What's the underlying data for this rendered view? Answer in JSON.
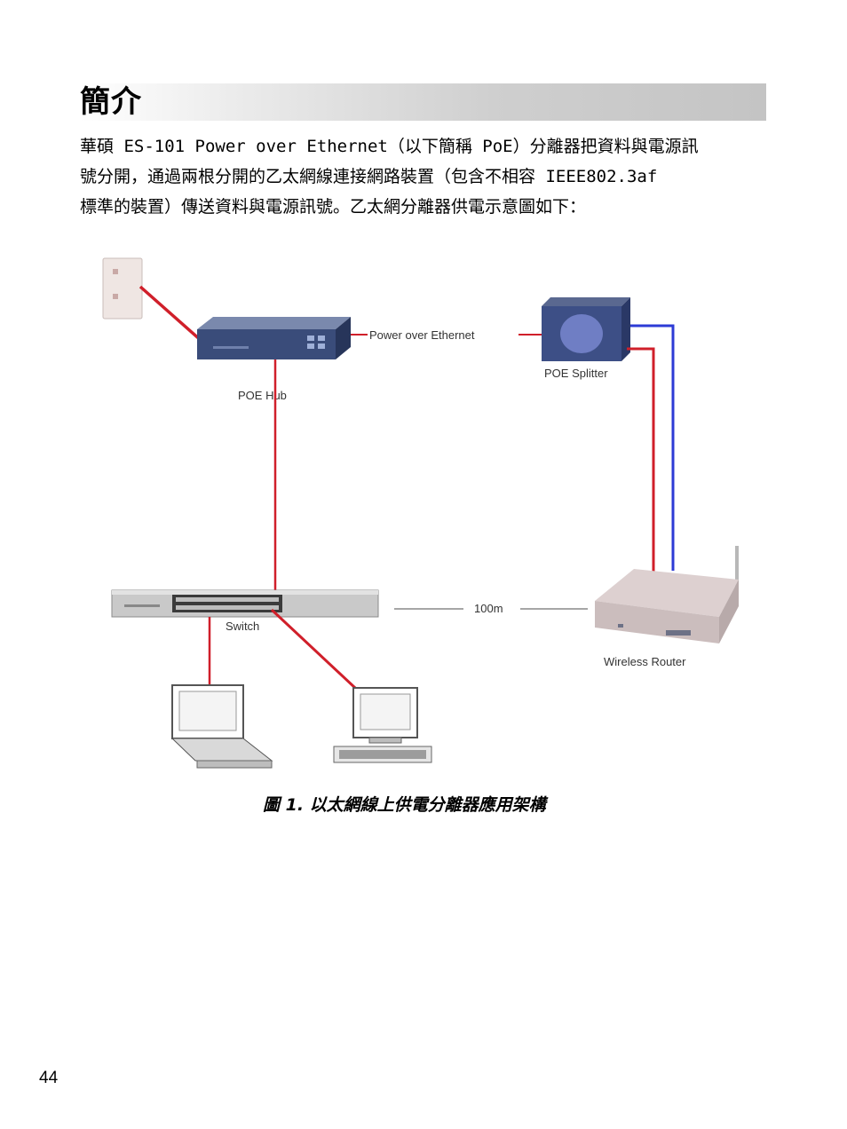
{
  "section": {
    "title": "簡介"
  },
  "intro": {
    "lines": [
      "華碩 ES-101 Power over Ethernet（以下簡稱 PoE）分離器把資料與電源訊",
      "號分開，通過兩根分開的乙太網線連接網路裝置（包含不相容 IEEE802.3af",
      "標準的裝置）傳送資料與電源訊號。乙太網分離器供電示意圖如下："
    ]
  },
  "diagram": {
    "labels": {
      "poe_hub": "POE Hub",
      "power_over_ethernet": "Power over Ethernet",
      "poe_splitter": "POE Splitter",
      "switch": "Switch",
      "distance": "100m",
      "wireless_router": "Wireless Router"
    },
    "colors": {
      "power_cable": "#d01f2a",
      "data_cable": "#2c3bd6",
      "device_dark": "#3a4c7a",
      "device_light": "#d8d8d8"
    }
  },
  "caption": {
    "text": "圖 1. 以太網線上供電分離器應用架構"
  },
  "footer": {
    "page_number": "44"
  }
}
